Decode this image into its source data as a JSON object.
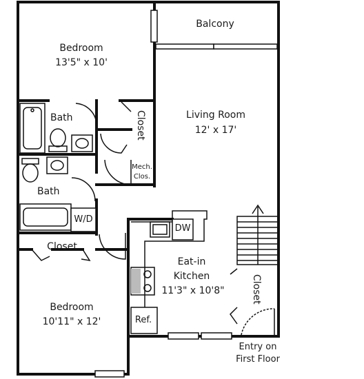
{
  "rooms": {
    "bedroom_top": {
      "name": "Bedroom",
      "size": "13'5\" x 10'"
    },
    "balcony": {
      "name": "Balcony"
    },
    "living_room": {
      "name": "Living Room",
      "size": "12' x 17'"
    },
    "bath_top": {
      "name": "Bath"
    },
    "closet_top": {
      "name": "Closet"
    },
    "mech_closet": {
      "line1": "Mech.",
      "line2": "Clos."
    },
    "bath_bottom": {
      "name": "Bath"
    },
    "laundry": {
      "name": "W/D"
    },
    "closet_mid": {
      "name": "Closet"
    },
    "kitchen": {
      "line1": "Eat-in",
      "line2": "Kitchen",
      "size": "11'3\" x 10'8\""
    },
    "dishwasher": {
      "name": "DW"
    },
    "fridge": {
      "name": "Ref."
    },
    "closet_entry": {
      "name": "Closet"
    },
    "bedroom_bottom": {
      "name": "Bedroom",
      "size": "10'11\" x 12'"
    },
    "entry": {
      "line1": "Entry on",
      "line2": "First Floor"
    }
  }
}
